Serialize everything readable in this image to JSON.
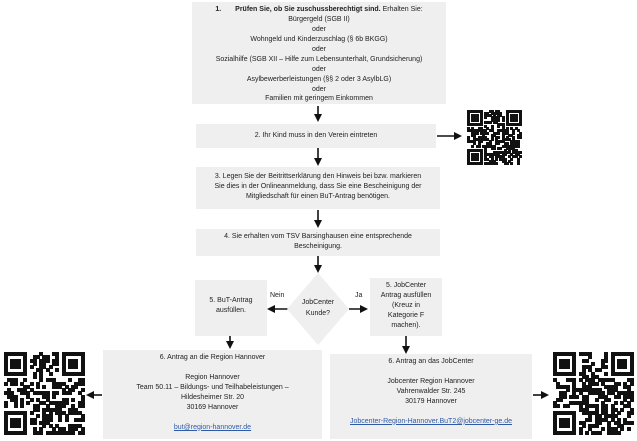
{
  "step1": {
    "number": "1.",
    "heading": "Prüfen Sie, ob Sie zuschussberechtigt sind.",
    "lead": "Erhalten Sie:",
    "lines": [
      "Bürgergeld (SGB II)",
      "oder",
      "Wohngeld und Kinderzuschlag (§ 6b BKGG)",
      "oder",
      "Sozialhilfe (SGB XII – Hilfe zum Lebensunterhalt, Grundsicherung)",
      "oder",
      "Asylbewerberleistungen (§§ 2 oder 3 AsylbLG)",
      "oder",
      "Familien mit geringem Einkommen"
    ]
  },
  "step2": {
    "text": "2. Ihr Kind muss in den Verein eintreten"
  },
  "step3": {
    "lines": [
      "3. Legen Sie der Beitrittserklärung den Hinweis bei bzw. markieren",
      "Sie dies in der Onlineanmeldung, dass Sie eine Bescheinigung der",
      "Mitgliedschaft für einen BuT-Antrag benötigen."
    ]
  },
  "step4": {
    "lines": [
      "4. Sie erhalten vom TSV Barsinghausen eine entsprechende",
      "Bescheinigung."
    ]
  },
  "decision": {
    "lines": [
      "JobCenter",
      "Kunde?"
    ],
    "no_label": "Nein",
    "yes_label": "Ja"
  },
  "step5_left": {
    "lines": [
      "5. BuT-Antrag",
      "ausfüllen."
    ]
  },
  "step5_right": {
    "lines": [
      "5. JobCenter",
      "Antrag ausfüllen",
      "(Kreuz in",
      "Kategorie F",
      "machen)."
    ]
  },
  "step6_left": {
    "title": "6. Antrag an die Region Hannover",
    "address": [
      "Region Hannover",
      "Team 50.11 – Bildungs- und Teilhabeleistungen –",
      "Hildesheimer Str. 20",
      "30169 Hannover"
    ],
    "email": "but@region-hannover.de"
  },
  "step6_right": {
    "title": "6. Antrag an das JobCenter",
    "address": [
      "Jobcenter Region Hannover",
      "Vahrenwalder Str. 245",
      "30179 Hannover"
    ],
    "email": "Jobcenter-Region-Hannover.BuT2@jobcenter-ge.de"
  },
  "qr_codes": [
    "qr-code-verein",
    "qr-code-region-hannover",
    "qr-code-jobcenter"
  ],
  "colors": {
    "box": "#efefef",
    "arrow": "#111111",
    "link": "#2f5aa8"
  }
}
